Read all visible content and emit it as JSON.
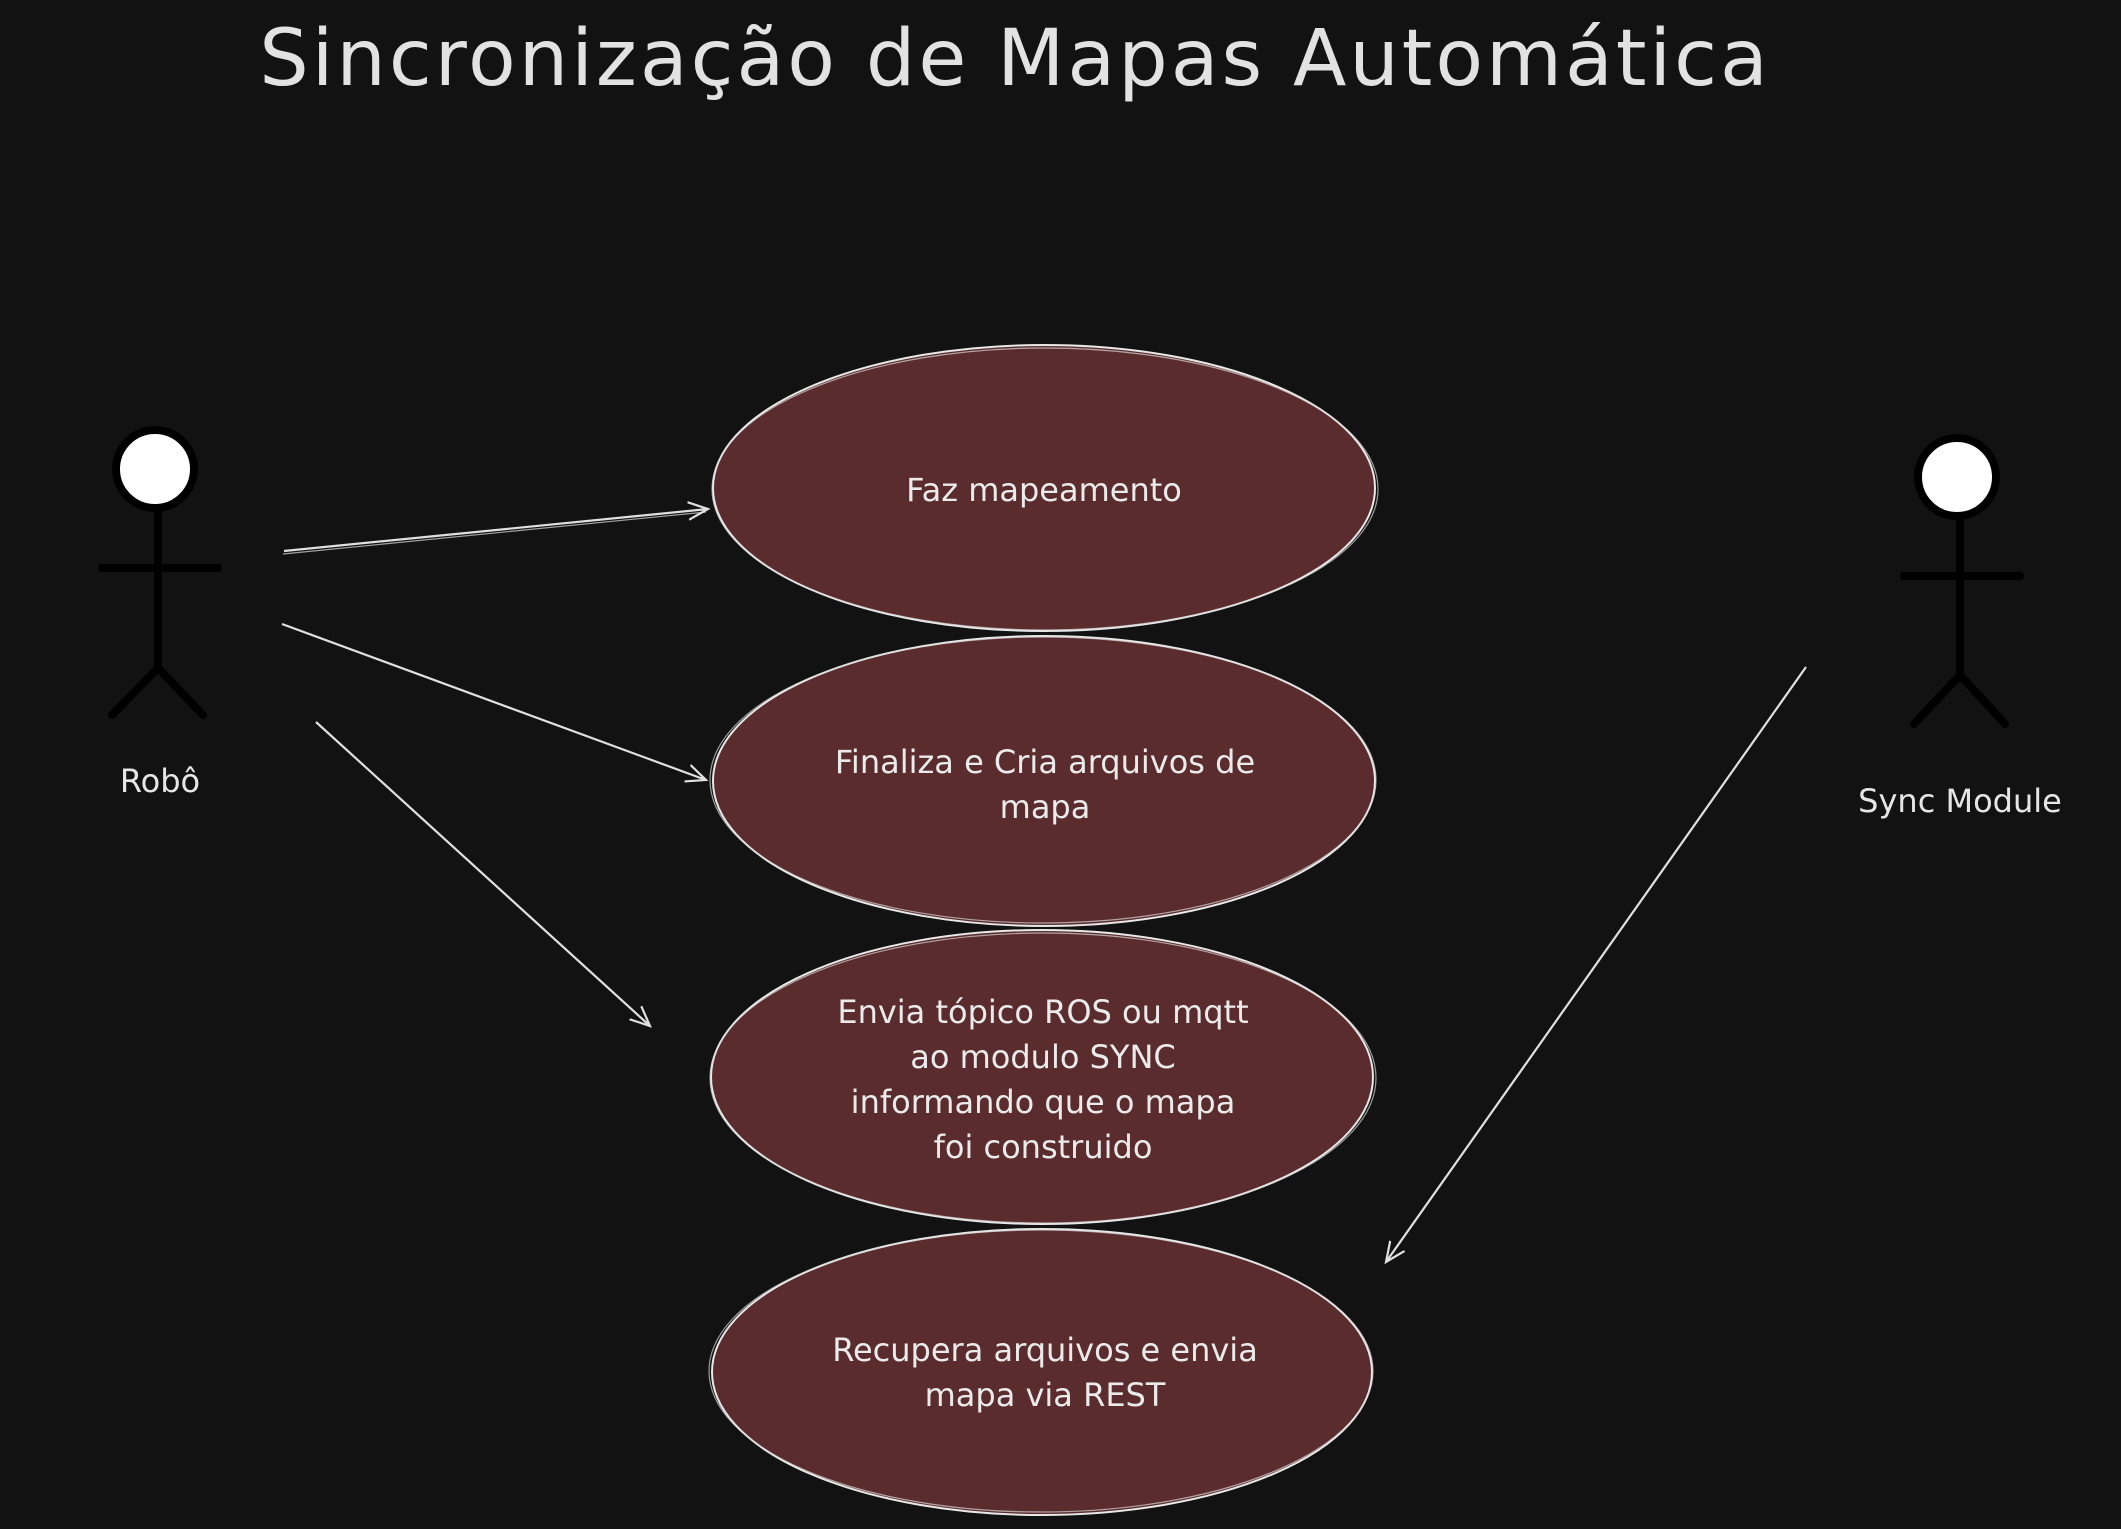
{
  "title": "Sincronização de Mapas Automática",
  "colors": {
    "background": "#121212",
    "ellipse_fill": "#5b2c2e",
    "ellipse_stroke": "#e8e8e8",
    "line": "#e0e0e0",
    "actor": "#000000"
  },
  "actors": {
    "robot": {
      "label": "Robô"
    },
    "sync": {
      "label": "Sync Module"
    }
  },
  "use_cases": [
    {
      "id": "uc1",
      "text": "Faz mapeamento"
    },
    {
      "id": "uc2",
      "text": "Finaliza e Cria arquivos de mapa"
    },
    {
      "id": "uc3",
      "text": "Envia tópico ROS ou mqtt ao modulo SYNC informando que o mapa foi construido"
    },
    {
      "id": "uc4",
      "text": "Recupera arquivos e envia mapa via REST"
    }
  ],
  "connections": [
    {
      "from": "robot",
      "to": "uc1"
    },
    {
      "from": "robot",
      "to": "uc2"
    },
    {
      "from": "robot",
      "to": "uc3"
    },
    {
      "from": "sync",
      "to": "uc4"
    }
  ]
}
